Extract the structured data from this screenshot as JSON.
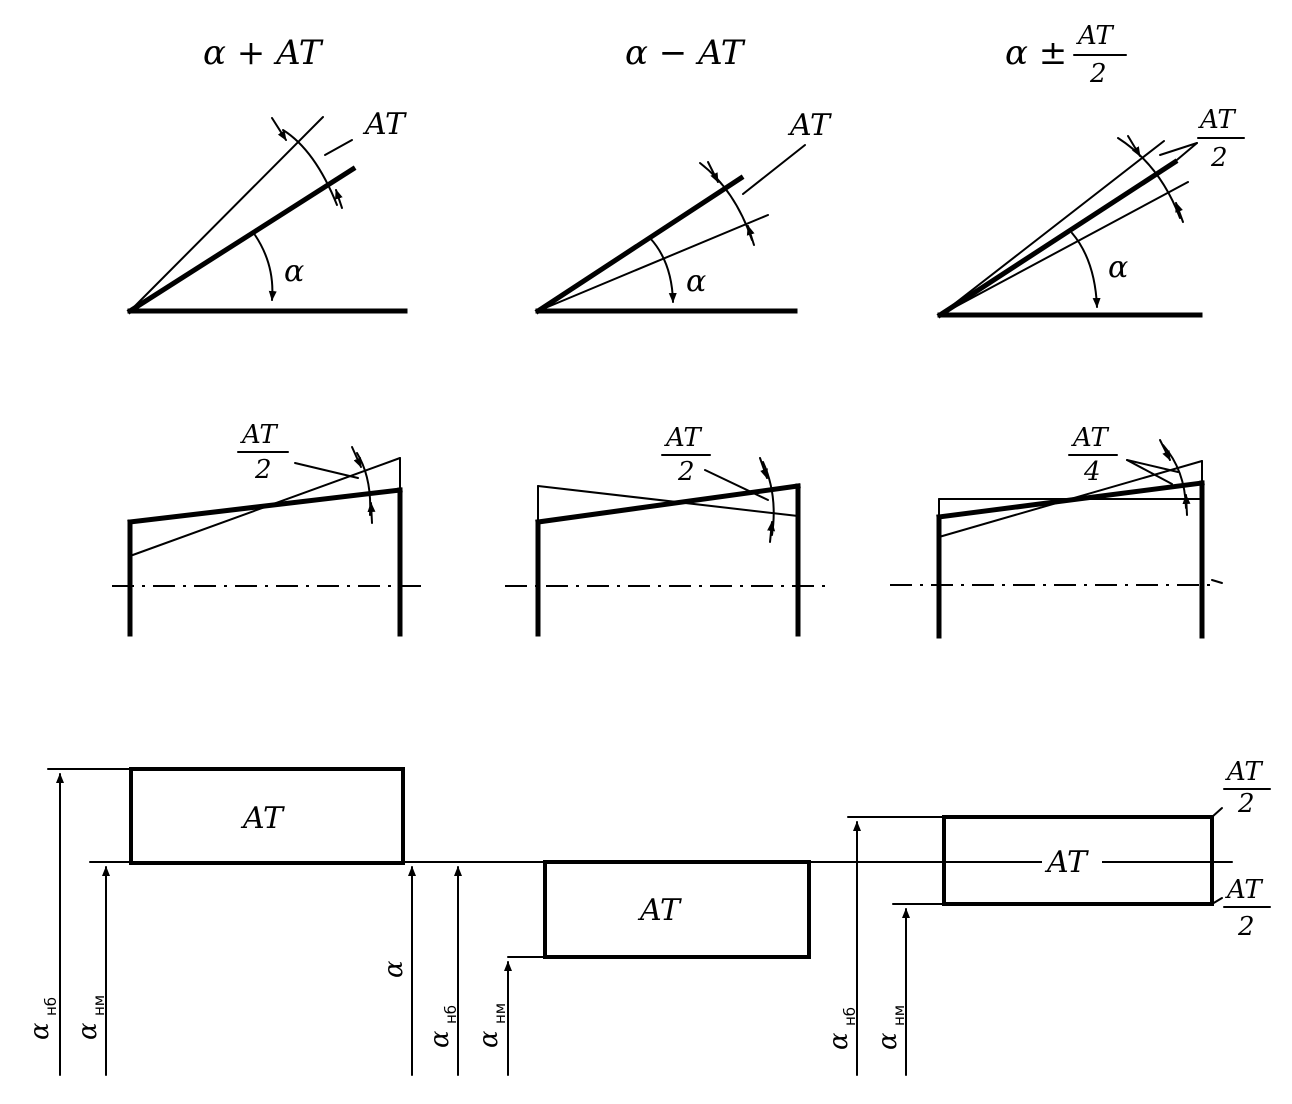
{
  "headings": {
    "plus": "α + AT",
    "minus": "α − AT",
    "pm_prefix": "α ±",
    "pm_num": "AT",
    "pm_den": "2"
  },
  "angle_row": {
    "at_label": "AT",
    "alpha": "α",
    "half_num": "AT",
    "half_den": "2"
  },
  "cone_row": {
    "half_num": "AT",
    "half_den": "2",
    "quarter_num": "AT",
    "quarter_den": "4"
  },
  "tolerance_row": {
    "box_label": "AT",
    "alpha": "α",
    "alpha_sym": "α",
    "sub_max": "нб",
    "sub_min": "нм",
    "half_num": "AT",
    "half_den": "2"
  }
}
